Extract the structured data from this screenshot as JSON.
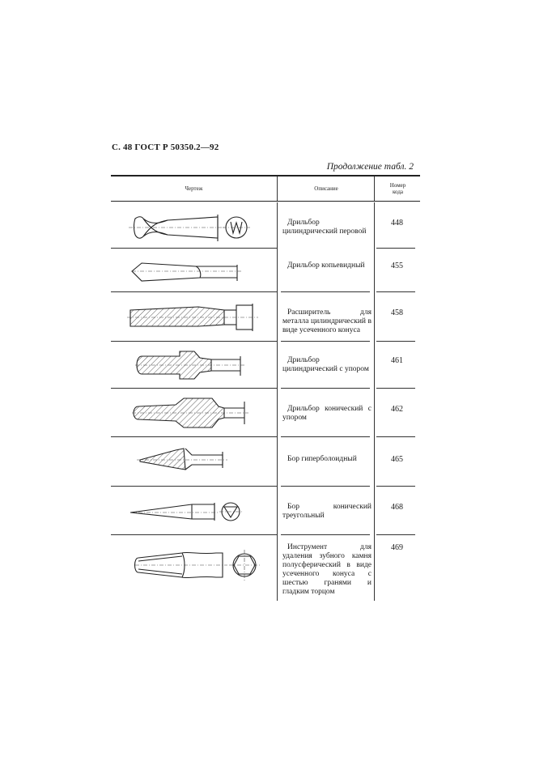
{
  "page_header": "С. 48 ГОСТ Р 50350.2—92",
  "continuation_label": "Продолжение табл. 2",
  "table": {
    "headers": {
      "drawing": "Чертеж",
      "description": "Описание",
      "code_line1": "Номер",
      "code_line2": "кода"
    },
    "rows": [
      {
        "description": "Дрильбор цилиндрический перовой",
        "code": "448",
        "drawing_icon": "flat-spade-drill-drawing"
      },
      {
        "description": "Дрильбор копьевидный",
        "code": "455",
        "drawing_icon": "spear-drill-drawing"
      },
      {
        "description": "Расширитель для металла цилиндрический в виде усеченного конуса",
        "code": "458",
        "drawing_icon": "truncated-cone-reamer-drawing"
      },
      {
        "description": "Дрильбор цилиндрический с упором",
        "code": "461",
        "drawing_icon": "cylindrical-stop-drill-drawing"
      },
      {
        "description": "Дрильбор конический с упором",
        "code": "462",
        "drawing_icon": "conical-stop-drill-drawing"
      },
      {
        "description": "Бор гиперболоидный",
        "code": "465",
        "drawing_icon": "hyperboloid-bur-drawing"
      },
      {
        "description": "Бор конический треугольный",
        "code": "468",
        "drawing_icon": "triangular-conical-bur-drawing"
      },
      {
        "description": "Инструмент для удаления зубного камня полусферический в виде усеченного конуса с шестью гранями и гладким торцом",
        "code": "469",
        "drawing_icon": "hexagonal-scaler-drawing"
      }
    ]
  }
}
